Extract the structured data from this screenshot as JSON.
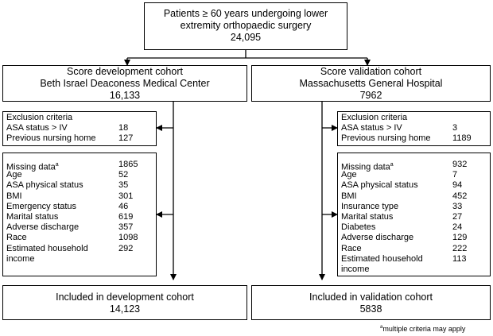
{
  "top": {
    "line1": "Patients ≥ 60 years undergoing lower",
    "line2": "extremity orthopaedic surgery",
    "count": "24,095"
  },
  "development": {
    "title": "Score development cohort",
    "site": "Beth Israel Deaconess Medical Center",
    "count": "16,133",
    "exclusion": {
      "header": "Exclusion criteria",
      "items": [
        {
          "label": "ASA status > IV",
          "value": "18"
        },
        {
          "label": "Previous nursing home",
          "value": "127"
        }
      ]
    },
    "missing": {
      "items": [
        {
          "label": "Missing data",
          "sup": "a",
          "value": "1865"
        },
        {
          "label": "Age",
          "value": "52"
        },
        {
          "label": "ASA physical status",
          "value": "35"
        },
        {
          "label": "BMI",
          "value": "301"
        },
        {
          "label": "Emergency status",
          "value": "46"
        },
        {
          "label": "Marital status",
          "value": "619"
        },
        {
          "label": "Adverse discharge",
          "value": "357"
        },
        {
          "label": "Race",
          "value": "1098"
        },
        {
          "label": "Estimated household",
          "value": "292"
        },
        {
          "label": "income",
          "value": ""
        }
      ]
    },
    "final": {
      "label": "Included in development cohort",
      "count": "14,123"
    }
  },
  "validation": {
    "title": "Score validation cohort",
    "site": "Massachusetts General Hospital",
    "count": "7962",
    "exclusion": {
      "header": "Exclusion criteria",
      "items": [
        {
          "label": "ASA status > IV",
          "value": "3"
        },
        {
          "label": "Previous nursing home",
          "value": "1189"
        }
      ]
    },
    "missing": {
      "items": [
        {
          "label": "Missing data",
          "sup": "a",
          "value": "932"
        },
        {
          "label": "Age",
          "value": "7"
        },
        {
          "label": "ASA physical status",
          "value": "94"
        },
        {
          "label": "BMI",
          "value": "452"
        },
        {
          "label": "Insurance type",
          "value": "33"
        },
        {
          "label": "Marital status",
          "value": "27"
        },
        {
          "label": "Diabetes",
          "value": "24"
        },
        {
          "label": "Adverse discharge",
          "value": "129"
        },
        {
          "label": "Race",
          "value": "222"
        },
        {
          "label": "Estimated household",
          "value": "113"
        },
        {
          "label": "income",
          "value": ""
        }
      ]
    },
    "final": {
      "label": "Included in validation cohort",
      "count": "5838"
    }
  },
  "footnote": {
    "sup": "a",
    "text": "multiple criteria may apply"
  }
}
